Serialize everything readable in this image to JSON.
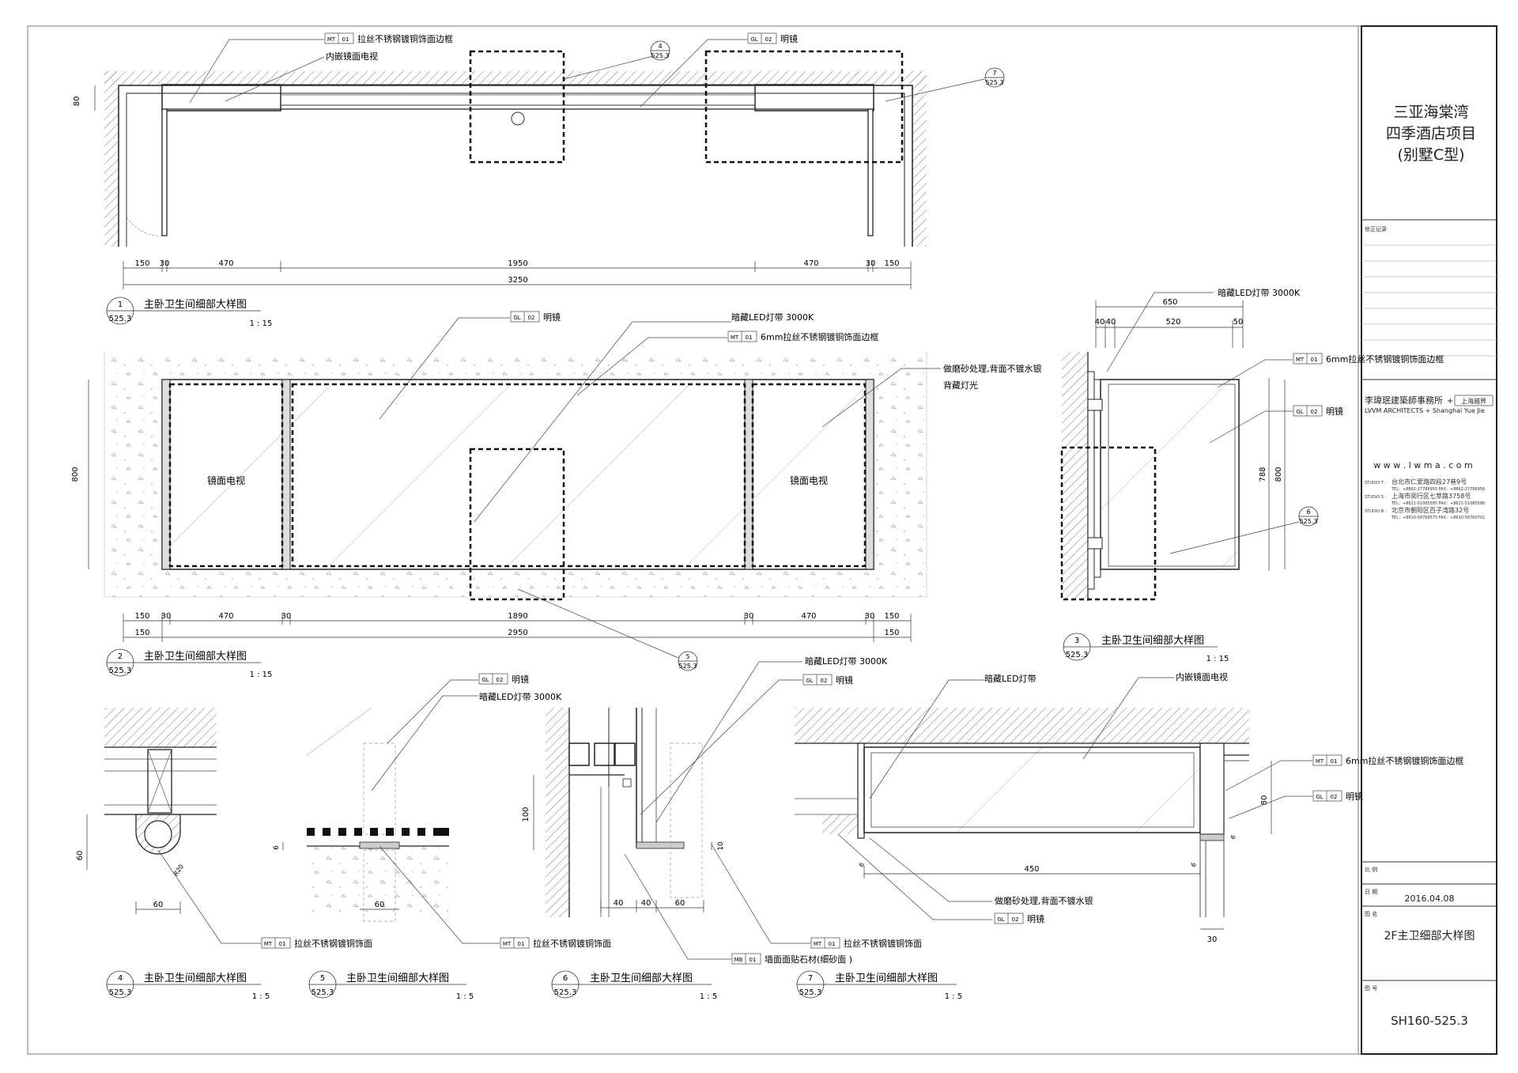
{
  "project": {
    "name_lines": [
      "三亚海棠湾",
      "四季酒店项目",
      "(别墅C型)"
    ]
  },
  "title_block": {
    "revision_label": "修正记录",
    "firm_cn": "李瑋珉建築師事務所",
    "firm_partner_cn": "上海越界",
    "firm_en": "LVVM  ARCHITECTS  +  Shanghai Yue Jie",
    "website": "w w w . l w m a . c o m",
    "studios": [
      {
        "label": "STUDIO T :",
        "address": "台北市仁爱路四段27巷9号",
        "contact": "TEL：+8862-27786955   FAX：+8862-27786956"
      },
      {
        "label": "STUDIO S :",
        "address": "上海市闵行区七莘路3758号",
        "contact": "TEL：+8621-51085585   FAX：+8621-51085586"
      },
      {
        "label": "STUDIO B :",
        "address": "北京市朝阳区百子湾路32号",
        "contact": "TEL：+8610-58769575   FAX：+8610-58760701"
      }
    ],
    "scale_label": "比 例",
    "date_label": "日 期",
    "date": "2016.04.08",
    "drawing_name_label": "图 名",
    "drawing_name": "2F主卫细部大样图",
    "drawing_no_label": "图 号",
    "drawing_no": "SH160-525.3"
  },
  "details": [
    {
      "id": "d1",
      "num": "1",
      "sheet": "525.3",
      "title": "主卧卫生间细部大样图",
      "scale": "1 : 15"
    },
    {
      "id": "d2",
      "num": "2",
      "sheet": "525.3",
      "title": "主卧卫生间细部大样图",
      "scale": "1 : 15"
    },
    {
      "id": "d3",
      "num": "3",
      "sheet": "525.3",
      "title": "主卧卫生间细部大样图",
      "scale": "1 : 15"
    },
    {
      "id": "d4",
      "num": "4",
      "sheet": "525.3",
      "title": "主卧卫生间细部大样图",
      "scale": "1 : 5"
    },
    {
      "id": "d5",
      "num": "5",
      "sheet": "525.3",
      "title": "主卧卫生间细部大样图",
      "scale": "1 : 5"
    },
    {
      "id": "d6",
      "num": "6",
      "sheet": "525.3",
      "title": "主卧卫生间细部大样图",
      "scale": "1 : 5"
    },
    {
      "id": "d7",
      "num": "7",
      "sheet": "525.3",
      "title": "主卧卫生间细部大样图",
      "scale": "1 : 5"
    }
  ],
  "callouts": [
    {
      "id": "c4",
      "num": "4",
      "sheet": "525.3"
    },
    {
      "id": "c7",
      "num": "7",
      "sheet": "525.3"
    },
    {
      "id": "c5",
      "num": "5",
      "sheet": "525.3"
    },
    {
      "id": "c6",
      "num": "6",
      "sheet": "525.3"
    }
  ],
  "material_tags": [
    {
      "id": "t1",
      "code": "MT",
      "no": "01",
      "text": "拉丝不锈钢镀铜饰面边框"
    },
    {
      "id": "t2",
      "code": "",
      "no": "",
      "text": "内嵌镜面电视"
    },
    {
      "id": "t3",
      "code": "GL",
      "no": "02",
      "text": "明镜"
    },
    {
      "id": "t4",
      "code": "GL",
      "no": "02",
      "text": "明镜"
    },
    {
      "id": "t5",
      "code": "",
      "no": "",
      "text": "暗藏LED灯带 3000K"
    },
    {
      "id": "t6",
      "code": "MT",
      "no": "01",
      "text": "6mm拉丝不锈钢镀铜饰面边框"
    },
    {
      "id": "t7",
      "code": "",
      "no": "",
      "text": "做磨砂处理,背面不镀水银"
    },
    {
      "id": "t8",
      "code": "",
      "no": "",
      "text": "背藏灯光"
    },
    {
      "id": "t9",
      "code": "",
      "no": "",
      "text": "暗藏LED灯带 3000K"
    },
    {
      "id": "t10",
      "code": "MT",
      "no": "01",
      "text": "6mm拉丝不锈钢镀铜饰面边框"
    },
    {
      "id": "t11",
      "code": "GL",
      "no": "02",
      "text": "明镜"
    },
    {
      "id": "t12",
      "code": "GL",
      "no": "02",
      "text": "明镜"
    },
    {
      "id": "t13",
      "code": "",
      "no": "",
      "text": "暗藏LED灯带 3000K"
    },
    {
      "id": "t14",
      "code": "",
      "no": "",
      "text": "暗藏LED灯带 3000K"
    },
    {
      "id": "t15",
      "code": "GL",
      "no": "02",
      "text": "明镜"
    },
    {
      "id": "t16",
      "code": "",
      "no": "",
      "text": "暗藏LED灯带"
    },
    {
      "id": "t17",
      "code": "",
      "no": "",
      "text": "内嵌镜面电视"
    },
    {
      "id": "t18",
      "code": "MT",
      "no": "01",
      "text": "6mm拉丝不锈钢镀铜饰面边框"
    },
    {
      "id": "t19",
      "code": "GL",
      "no": "02",
      "text": "明镜"
    },
    {
      "id": "t20",
      "code": "",
      "no": "",
      "text": "做磨砂处理,背面不镀水银"
    },
    {
      "id": "t21",
      "code": "GL",
      "no": "02",
      "text": "明镜"
    },
    {
      "id": "t22",
      "code": "MT",
      "no": "01",
      "text": "拉丝不锈钢镀铜饰面"
    },
    {
      "id": "t23",
      "code": "MT",
      "no": "01",
      "text": "拉丝不锈钢镀铜饰面"
    },
    {
      "id": "t24",
      "code": "MB",
      "no": "01",
      "text": "墙面面贴石材(细砂面 )"
    },
    {
      "id": "t25",
      "code": "MT",
      "no": "01",
      "text": "拉丝不锈钢镀铜饰面"
    }
  ],
  "panel_labels": {
    "left": "镜面电视",
    "right": "镜面电视"
  },
  "dimensions": {
    "d1_chain": [
      "150",
      "30",
      "470",
      "1950",
      "470",
      "30",
      "150"
    ],
    "d1_total": "3250",
    "d1_side": "80",
    "d2_chain": [
      "150",
      "30",
      "470",
      "30",
      "1890",
      "30",
      "470",
      "30",
      "150"
    ],
    "d2_total": [
      "150",
      "2950",
      "150"
    ],
    "d2_side": "800",
    "d3_top": "650",
    "d3_chain": [
      "40",
      "40",
      "520",
      "50"
    ],
    "d3_side": [
      "788",
      "800"
    ],
    "d4": [
      "60",
      "60",
      "R20"
    ],
    "d5": [
      "6",
      "60"
    ],
    "d6": [
      "100",
      "40",
      "40",
      "60",
      "10"
    ],
    "d7": [
      "80",
      "6",
      "6",
      "450",
      "6",
      "30"
    ]
  }
}
